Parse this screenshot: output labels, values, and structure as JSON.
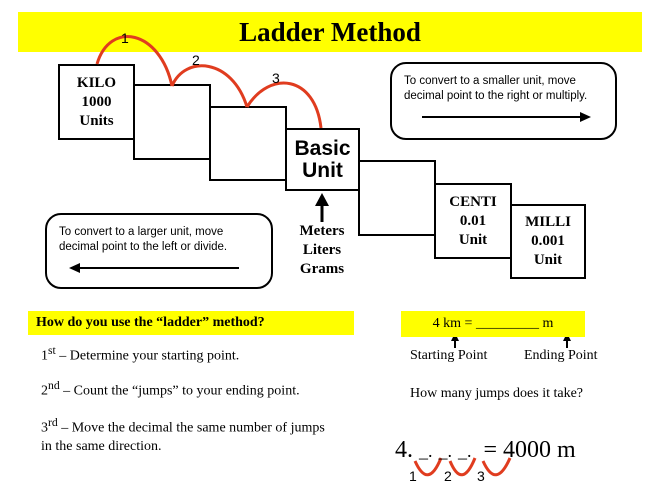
{
  "title": "Ladder Method",
  "ladder": {
    "kilo": {
      "name": "KILO",
      "value": "1000",
      "unit": "Units"
    },
    "basic": {
      "line1": "Basic",
      "line2": "Unit"
    },
    "basic_units": [
      "Meters",
      "Liters",
      "Grams"
    ],
    "centi": {
      "name": "CENTI",
      "value": "0.01",
      "unit": "Unit"
    },
    "milli": {
      "name": "MILLI",
      "value": "0.001",
      "unit": "Unit"
    },
    "jump_labels": [
      "1",
      "2",
      "3"
    ]
  },
  "notes": {
    "smaller": "To convert to a smaller unit, move decimal  point to the right or multiply.",
    "larger": "To convert to a larger unit, move decimal  point to the left or divide."
  },
  "question": {
    "title": "How do you use the “ladder” method?",
    "steps": [
      {
        "ord": "1",
        "sup": "st",
        "text": " – Determine your starting point."
      },
      {
        "ord": "2",
        "sup": "nd",
        "text": " – Count the “jumps” to your ending point."
      },
      {
        "ord": "3",
        "sup": "rd",
        "text": " – Move the decimal the same number of jumps in the same direction."
      }
    ]
  },
  "example": {
    "equation": "4 km = _________ m",
    "start_label": "Starting Point",
    "end_label": "Ending Point",
    "question": "How many jumps does it take?",
    "worked_left": "4.",
    "blanks": [
      "_",
      "_",
      "_"
    ],
    "dot": ".",
    "worked_right": "= 4000 m",
    "jump_labels": [
      "1",
      "2",
      "3"
    ]
  },
  "colors": {
    "highlight": "#ffff00",
    "arc": "#e03c1f"
  }
}
